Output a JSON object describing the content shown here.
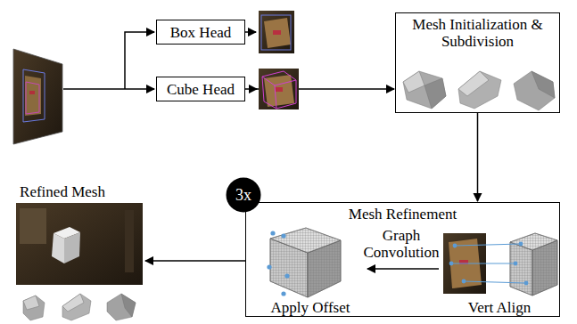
{
  "diagram": {
    "nodes": [
      {
        "text": [
          "Box Head"
        ]
      },
      {
        "text": [
          "Cube Head"
        ]
      },
      {
        "text": [
          "Mesh Initialization & Subdivision"
        ]
      },
      {
        "text": [
          "3x"
        ]
      },
      {
        "text": [
          "Mesh Refinement"
        ]
      }
    ],
    "edges": [
      {
        "from": 1,
        "to": 2,
        "arrow": "to"
      },
      {
        "from": 2,
        "to": 4,
        "arrow": "to"
      }
    ],
    "labels": [
      "Graph Convolution",
      "Apply Offset",
      "Vert Align",
      "Refined Mesh"
    ]
  }
}
